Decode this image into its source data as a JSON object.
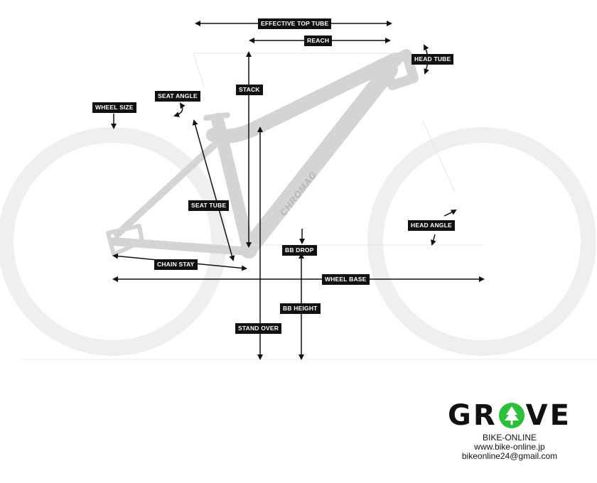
{
  "labels": {
    "effective_top_tube": "EFFECTIVE TOP TUBE",
    "reach": "REACH",
    "head_tube": "HEAD TUBE",
    "stack": "STACK",
    "seat_angle": "SEAT ANGLE",
    "wheel_size": "WHEEL SIZE",
    "seat_tube": "SEAT TUBE",
    "head_angle": "HEAD ANGLE",
    "bb_drop": "BB DROP",
    "chain_stay": "CHAIN STAY",
    "wheel_base": "WHEEL BASE",
    "bb_height": "BB HEIGHT",
    "stand_over": "STAND OVER"
  },
  "frame_brand": "CHROMAG",
  "brand": {
    "logo_left": "GR",
    "logo_right": "VE",
    "line1": "BIKE-ONLINE",
    "line2": "www.bike-online.jp",
    "line3": "bikeonline24@gmail.com"
  },
  "colors": {
    "wheel": "#eeeeee",
    "frame": "#d3d3d3",
    "label_bg": "#111111",
    "logo_green": "#2bbf3a"
  }
}
